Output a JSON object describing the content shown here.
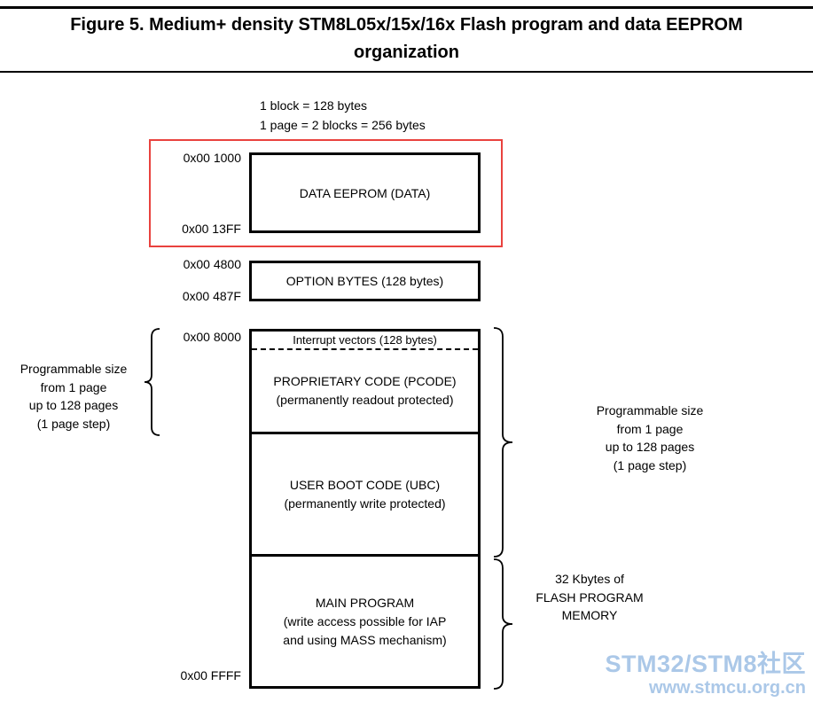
{
  "title": {
    "line1": "Figure 5. Medium+ density STM8L05x/15x/16x Flash program and data EEPROM",
    "line2": "organization"
  },
  "legend": {
    "block_size": "1 block = 128 bytes",
    "page_size": "1 page = 2 blocks = 256 bytes"
  },
  "memory_map": {
    "data_eeprom": {
      "start_address": "0x00 1000",
      "end_address": "0x00 13FF",
      "label": "DATA EEPROM (DATA)",
      "highlight_color": "#e9423e"
    },
    "option_bytes": {
      "start_address": "0x00 4800",
      "end_address": "0x00 487F",
      "label": "OPTION BYTES (128 bytes)"
    },
    "flash": {
      "start_address": "0x00 8000",
      "end_address": "0x00 FFFF",
      "interrupt_vectors": {
        "label": "Interrupt vectors (128 bytes)"
      },
      "pcode": {
        "line1": "PROPRIETARY CODE (PCODE)",
        "line2": "(permanently readout protected)"
      },
      "ubc": {
        "line1": "USER BOOT CODE (UBC)",
        "line2": "(permanently write protected)"
      },
      "main_program": {
        "line1": "MAIN PROGRAM",
        "line2": "(write access possible for IAP",
        "line3": "and using MASS mechanism)"
      }
    }
  },
  "annotations": {
    "left_programmable_size": {
      "line1": "Programmable size",
      "line2": "from 1 page",
      "line3": "up to 128 pages",
      "line4": "(1 page step)"
    },
    "right_programmable_size": {
      "line1": "Programmable size",
      "line2": "from 1 page",
      "line3": "up to 128 pages",
      "line4": "(1 page step)"
    },
    "flash_size": {
      "line1": "32 Kbytes of",
      "line2": "FLASH PROGRAM",
      "line3": "MEMORY"
    }
  },
  "watermark": {
    "line1": "STM32/STM8社区",
    "line2": "www.stmcu.org.cn",
    "color": "#abc8e8"
  }
}
